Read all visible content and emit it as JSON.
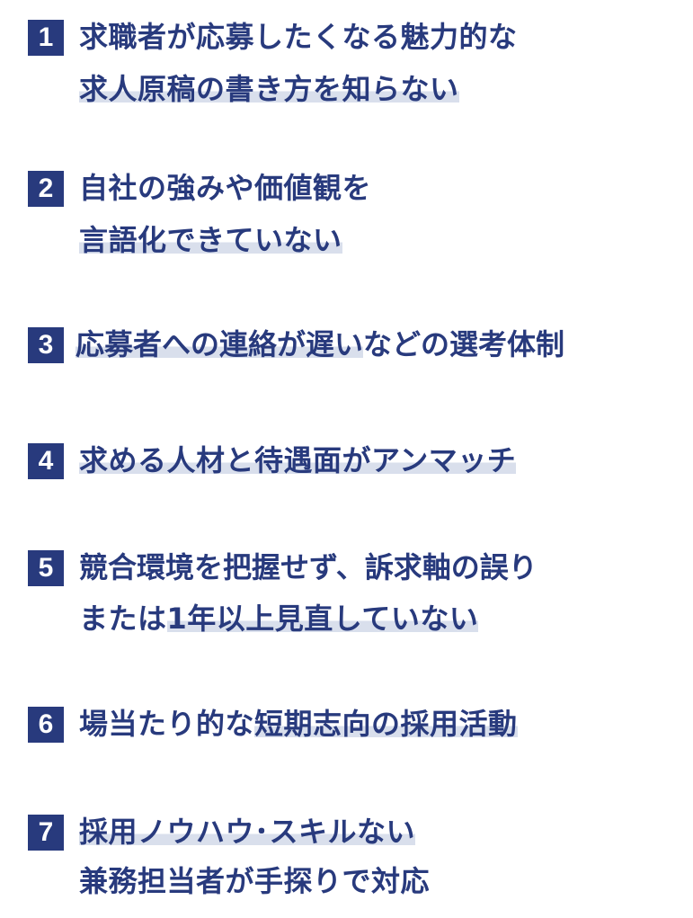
{
  "items": [
    {
      "number": "1",
      "line1": "求職者が応募したくなる魅力的な",
      "line2": "求人原稿の書き方を知らない"
    },
    {
      "number": "2",
      "line1": "自社の強みや価値観を",
      "line2": "言語化できていない"
    },
    {
      "number": "3",
      "line1_hl": "応募者への連絡が遅い",
      "line1_rest": "などの選考体制"
    },
    {
      "number": "4",
      "line1": "求める人材と待遇面がアンマッチ"
    },
    {
      "number": "5",
      "line1": "競合環境を把握せず、訴求軸の誤り",
      "line2_plain": "または",
      "line2_hl": "1年以上見直していない"
    },
    {
      "number": "6",
      "line1_plain": "場当たり的な",
      "line1_hl": "短期志向の採用活動"
    },
    {
      "number": "7",
      "line1": "採用ノウハウ･スキルない",
      "line2": "兼務担当者が手探りで対応"
    }
  ]
}
